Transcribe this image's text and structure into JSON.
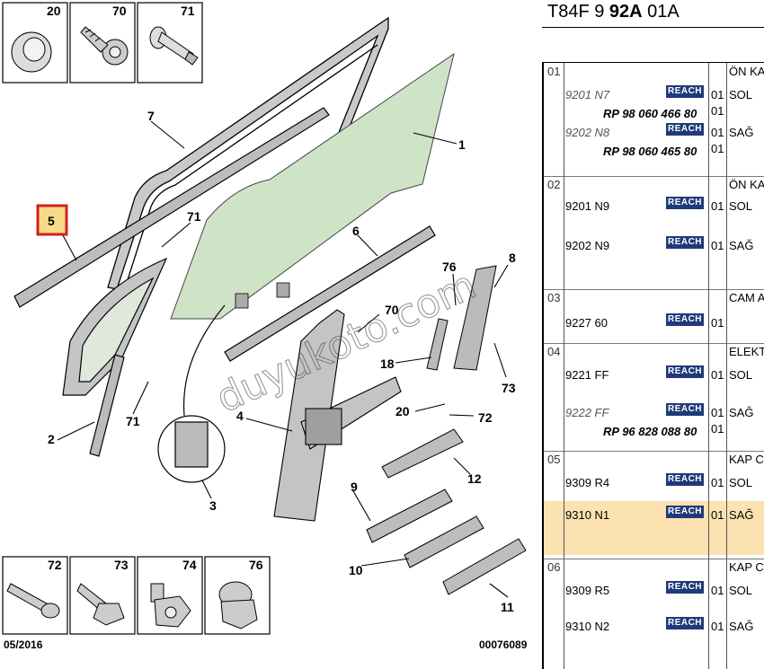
{
  "diagram": {
    "callouts": [
      {
        "id": "c20",
        "label": "20"
      },
      {
        "id": "c70a",
        "label": "70"
      },
      {
        "id": "c71a",
        "label": "71"
      },
      {
        "id": "c7",
        "label": "7"
      },
      {
        "id": "c1",
        "label": "1"
      },
      {
        "id": "c5",
        "label": "5"
      },
      {
        "id": "c71b",
        "label": "71"
      },
      {
        "id": "c6",
        "label": "6"
      },
      {
        "id": "c76",
        "label": "76"
      },
      {
        "id": "c8",
        "label": "8"
      },
      {
        "id": "c70b",
        "label": "70"
      },
      {
        "id": "c18",
        "label": "18"
      },
      {
        "id": "c73",
        "label": "73"
      },
      {
        "id": "c20b",
        "label": "20"
      },
      {
        "id": "c72",
        "label": "72"
      },
      {
        "id": "c4",
        "label": "4"
      },
      {
        "id": "c71c",
        "label": "71"
      },
      {
        "id": "c2",
        "label": "2"
      },
      {
        "id": "c12",
        "label": "12"
      },
      {
        "id": "c3",
        "label": "3"
      },
      {
        "id": "c9",
        "label": "9"
      },
      {
        "id": "c10",
        "label": "10"
      },
      {
        "id": "c11",
        "label": "11"
      },
      {
        "id": "c72b",
        "label": "72"
      },
      {
        "id": "c73b",
        "label": "73"
      },
      {
        "id": "c74",
        "label": "74"
      },
      {
        "id": "c76b",
        "label": "76"
      }
    ],
    "footer_date": "05/2016",
    "footer_code": "00076089",
    "watermark": "duyukoto.com"
  },
  "table": {
    "title_prefix": "T84F 9 ",
    "title_bold": "92A",
    "title_suffix": " 01A",
    "reach_label": "REACH",
    "groups": [
      {
        "num": "01",
        "desc": "ÖN KA",
        "entries": [
          {
            "code": "9201 N7",
            "italic": true,
            "qty": "01",
            "side": "SOL",
            "rp": "RP 98 060 466 80",
            "rp_qty": "01"
          },
          {
            "code": "9202 N8",
            "italic": true,
            "qty": "01",
            "side": "SAĞ",
            "rp": "RP 98 060 465 80",
            "rp_qty": "01"
          }
        ]
      },
      {
        "num": "02",
        "desc": "ÖN KA",
        "entries": [
          {
            "code": "9201 N9",
            "italic": false,
            "qty": "01",
            "side": "SOL"
          },
          {
            "code": "9202 N9",
            "italic": false,
            "qty": "01",
            "side": "SAĞ"
          }
        ]
      },
      {
        "num": "03",
        "desc": "CAM A",
        "entries": [
          {
            "code": "9227 60",
            "italic": false,
            "qty": "01",
            "side": ""
          }
        ]
      },
      {
        "num": "04",
        "desc": "ELEKT",
        "entries": [
          {
            "code": "9221 FF",
            "italic": false,
            "qty": "01",
            "side": "SOL"
          },
          {
            "code": "9222 FF",
            "italic": true,
            "qty": "01",
            "side": "SAĞ",
            "rp": "RP 96 828 088 80",
            "rp_qty": "01"
          }
        ]
      },
      {
        "num": "05",
        "desc": "KAP C",
        "entries": [
          {
            "code": "9309 R4",
            "italic": false,
            "qty": "01",
            "side": "SOL"
          },
          {
            "code": "9310 N1",
            "italic": false,
            "qty": "01",
            "side": "SAĞ",
            "highlight": true
          }
        ]
      },
      {
        "num": "06",
        "desc": "KAP C",
        "entries": [
          {
            "code": "9309 R5",
            "italic": false,
            "qty": "01",
            "side": "SOL"
          },
          {
            "code": "9310 N2",
            "italic": false,
            "qty": "01",
            "side": "SAĞ"
          }
        ]
      }
    ]
  },
  "colors": {
    "highlight_row": "#fbe2b0",
    "reach_badge": "#1f3a78",
    "callout_box": "#d32020",
    "callout_box_fill": "#f6dc8a",
    "glass_fill": "#cfe3c6"
  }
}
